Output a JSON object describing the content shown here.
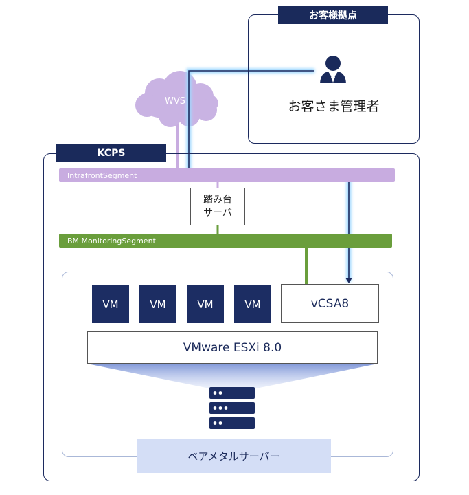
{
  "customer_site": {
    "tag": "お客様拠点",
    "admin_label": "お客さま管理者"
  },
  "wvs": {
    "label": "WVS"
  },
  "kcps": {
    "tag": "KCPS"
  },
  "segments": {
    "intrafront": "IntrafrontSegment",
    "bm_monitoring": "BM MonitoringSegment"
  },
  "stepping_server": {
    "label": "踏み台\nサーバ"
  },
  "vms": [
    "VM",
    "VM",
    "VM",
    "VM"
  ],
  "vcsa": {
    "label": "vCSA8"
  },
  "esxi": {
    "label": "VMware ESXi 8.0"
  },
  "baremetal": {
    "label": "ベアメタルサーバー"
  },
  "colors": {
    "navy": "#1a2a5b",
    "intrafront": "#c8ace0",
    "bm_monitoring": "#6a9e3c",
    "wvs_cloud": "#c9b3e3",
    "highlight_glow": "#9fd8ff",
    "baremetal_fill": "#d4def6"
  }
}
